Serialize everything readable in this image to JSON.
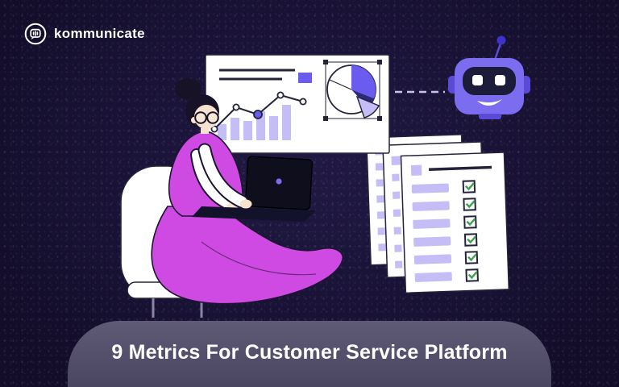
{
  "logo": {
    "text": "kommunicate",
    "icon": "speech-bubble-sound-bars-icon"
  },
  "banner": {
    "title": "9 Metrics For Customer Service Platform"
  },
  "illustration": {
    "elements": [
      "woman-working-on-laptop",
      "presentation-chart-board",
      "bar-chart",
      "line-chart",
      "pie-chart",
      "dashed-connector",
      "robot-head",
      "checklist-stack"
    ],
    "checklist_pages": 3
  },
  "colors": {
    "background": "#171033",
    "accent_purple": "#6b5cf0",
    "light_purple": "#c4bdf6",
    "robot_purple": "#7b6cf0",
    "dress_magenta": "#cf4ae2",
    "banner_gray": "#544f68",
    "check_green": "#3fa14d",
    "white": "#ffffff"
  }
}
